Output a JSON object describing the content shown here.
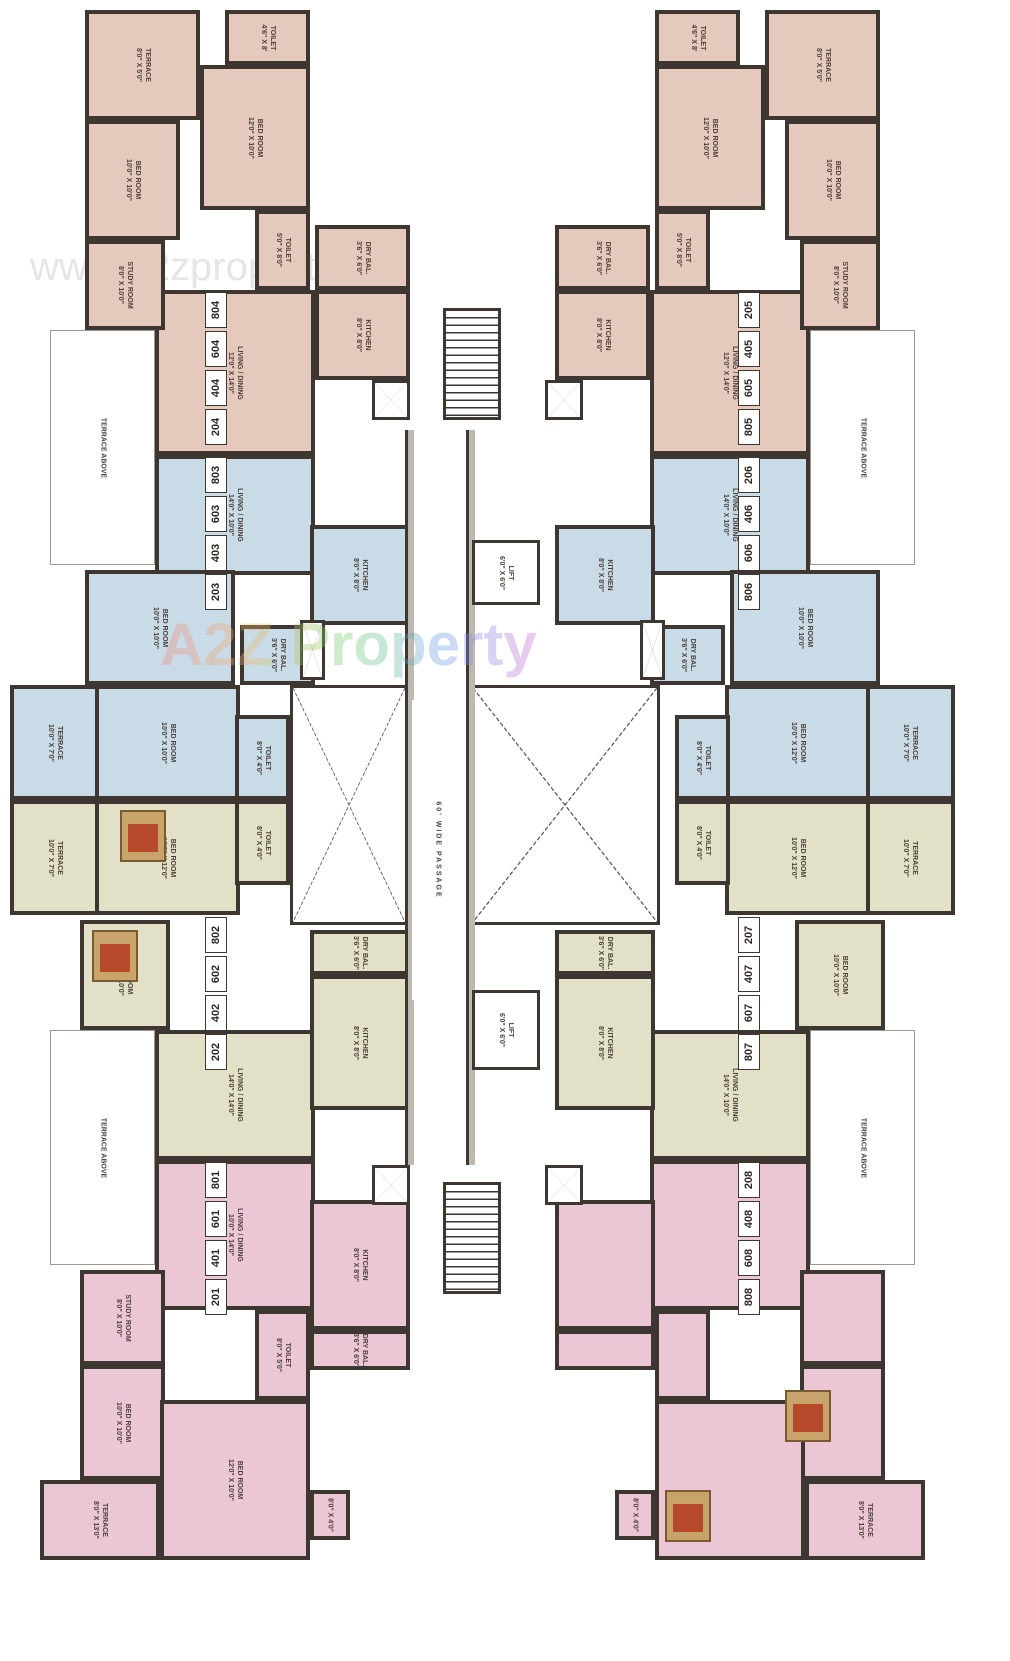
{
  "colors": {
    "wall": "#3d3631",
    "unit_rose_brown": "#e6c9bd",
    "unit_blue": "#c9dbe6",
    "unit_beige": "#e2e0c6",
    "unit_pink": "#ebc6d5"
  },
  "watermark": {
    "url": "www.a2zproperty.in",
    "logo": "A2Z Property"
  },
  "common": {
    "passage": "60' WIDE PASSAGE",
    "lift_label": "LIFT",
    "lift_size": "6'0\" X 6'0\"",
    "terrace_above": "TERRACE ABOVE"
  },
  "units": [
    {
      "numbers": [
        "204",
        "404",
        "604",
        "804"
      ],
      "rooms": [
        {
          "name": "TERRACE",
          "size": "8'0\" X 5'0\""
        },
        {
          "name": "TOILET",
          "size": "4'6\" X 8'"
        },
        {
          "name": "BED ROOM",
          "size": "12'0\" X 10'0\""
        },
        {
          "name": "BED ROOM",
          "size": "10'0\" X 10'0\""
        },
        {
          "name": "STUDY ROOM",
          "size": "8'0\" X 10'0\""
        },
        {
          "name": "TOILET",
          "size": "5'0\" X 8'0\""
        },
        {
          "name": "DRY BAL.",
          "size": "3'6\" X 6'0\""
        },
        {
          "name": "KITCHEN",
          "size": "8'0\" X 8'0\""
        },
        {
          "name": "LIVING / DINING",
          "size": "12'0\" X 14'0\""
        }
      ]
    },
    {
      "numbers": [
        "203",
        "403",
        "603",
        "803"
      ],
      "rooms": [
        {
          "name": "LIVING / DINING",
          "size": "14'0\" X 10'0\""
        },
        {
          "name": "KITCHEN",
          "size": "8'0\" X 8'0\""
        },
        {
          "name": "DRY BAL.",
          "size": "3'6\" X 6'0\""
        },
        {
          "name": "BED ROOM",
          "size": "10'0\" X 10'0\""
        },
        {
          "name": "TERRACE",
          "size": "10'0\" X 7'0\""
        },
        {
          "name": "BED ROOM",
          "size": "10'0\" X 10'0\""
        },
        {
          "name": "TOILET",
          "size": "8'0\" X 4'0\""
        }
      ]
    },
    {
      "numbers": [
        "202",
        "402",
        "602",
        "802"
      ],
      "rooms": [
        {
          "name": "TERRACE",
          "size": "10'0\" X 7'0\""
        },
        {
          "name": "BED ROOM",
          "size": "10'0\" X 12'0\""
        },
        {
          "name": "TOILET",
          "size": "8'0\" X 4'0\""
        },
        {
          "name": "BED ROOM",
          "size": "10'0\" X 10'0\""
        },
        {
          "name": "LIVING / DINING",
          "size": "14'0\" X 14'0\""
        },
        {
          "name": "KITCHEN",
          "size": "8'0\" X 8'0\""
        },
        {
          "name": "DRY BAL.",
          "size": "3'6\" X 6'0\""
        }
      ]
    },
    {
      "numbers": [
        "201",
        "401",
        "601",
        "801"
      ],
      "rooms": [
        {
          "name": "LIVING / DINING",
          "size": "10'0\" X 14'0\""
        },
        {
          "name": "KITCHEN",
          "size": "8'0\" X 8'0\""
        },
        {
          "name": "DRY BAL.",
          "size": "3'6\" X 6'0\""
        },
        {
          "name": "STUDY ROOM",
          "size": "8'0\" X 10'0\""
        },
        {
          "name": "TOILET",
          "size": "8'0\" X 5'0\""
        },
        {
          "name": "BED ROOM",
          "size": "10'0\" X 10'0\""
        },
        {
          "name": "BED ROOM",
          "size": "12'0\" X 10'0\""
        },
        {
          "name": "TERRACE",
          "size": "8'0\" X 13'0\""
        },
        {
          "name": "",
          "size": "8'0\" X 4'0\""
        }
      ]
    },
    {
      "numbers": [
        "205",
        "405",
        "605",
        "805"
      ],
      "rooms": [
        {
          "name": "TERRACE",
          "size": "8'0\" X 5'0\""
        },
        {
          "name": "TOILET",
          "size": "4'6\" X 8'"
        },
        {
          "name": "BED ROOM",
          "size": "12'0\" X 10'0\""
        },
        {
          "name": "BED ROOM",
          "size": "10'0\" X 10'0\""
        },
        {
          "name": "STUDY ROOM",
          "size": "8'0\" X 10'0\""
        },
        {
          "name": "TOILET",
          "size": "5'0\" X 8'0\""
        },
        {
          "name": "DRY BAL.",
          "size": "3'6\" X 6'0\""
        },
        {
          "name": "KITCHEN",
          "size": "8'0\" X 8'0\""
        },
        {
          "name": "LIVING / DINING",
          "size": "12'0\" X 14'0\""
        }
      ]
    },
    {
      "numbers": [
        "206",
        "406",
        "606",
        "806"
      ],
      "rooms": [
        {
          "name": "LIVING / DINING",
          "size": "14'0\" X 10'0\""
        },
        {
          "name": "KITCHEN",
          "size": "8'0\" X 8'0\""
        },
        {
          "name": "DRY BAL.",
          "size": "3'6\" X 6'0\""
        },
        {
          "name": "BED ROOM",
          "size": "10'0\" X 10'0\""
        },
        {
          "name": "TERRACE",
          "size": "10'0\" X 7'0\""
        },
        {
          "name": "BED ROOM",
          "size": "10'0\" X 12'0\""
        },
        {
          "name": "TOILET",
          "size": "8'0\" X 4'0\""
        }
      ]
    },
    {
      "numbers": [
        "207",
        "407",
        "607",
        "807"
      ],
      "rooms": [
        {
          "name": "TERRACE",
          "size": "10'0\" X 7'0\""
        },
        {
          "name": "BED ROOM",
          "size": "10'0\" X 12'0\""
        },
        {
          "name": "TOILET",
          "size": "8'0\" X 4'0\""
        },
        {
          "name": "BED ROOM",
          "size": "10'0\" X 10'0\""
        },
        {
          "name": "LIVING / DINING",
          "size": "14'0\" X 10'0\""
        },
        {
          "name": "KITCHEN",
          "size": "8'0\" X 8'0\""
        },
        {
          "name": "DRY BAL.",
          "size": "3'6\" X 6'0\""
        }
      ]
    },
    {
      "numbers": [
        "208",
        "408",
        "608",
        "808"
      ],
      "rooms": [
        {
          "name": "",
          "size": ""
        },
        {
          "name": "",
          "size": ""
        },
        {
          "name": "",
          "size": ""
        },
        {
          "name": "",
          "size": ""
        },
        {
          "name": "",
          "size": ""
        },
        {
          "name": "",
          "size": ""
        },
        {
          "name": "",
          "size": ""
        },
        {
          "name": "TERRACE",
          "size": "8'0\" X 13'0\""
        },
        {
          "name": "",
          "size": "8'0\" X 4'0\""
        }
      ]
    }
  ]
}
